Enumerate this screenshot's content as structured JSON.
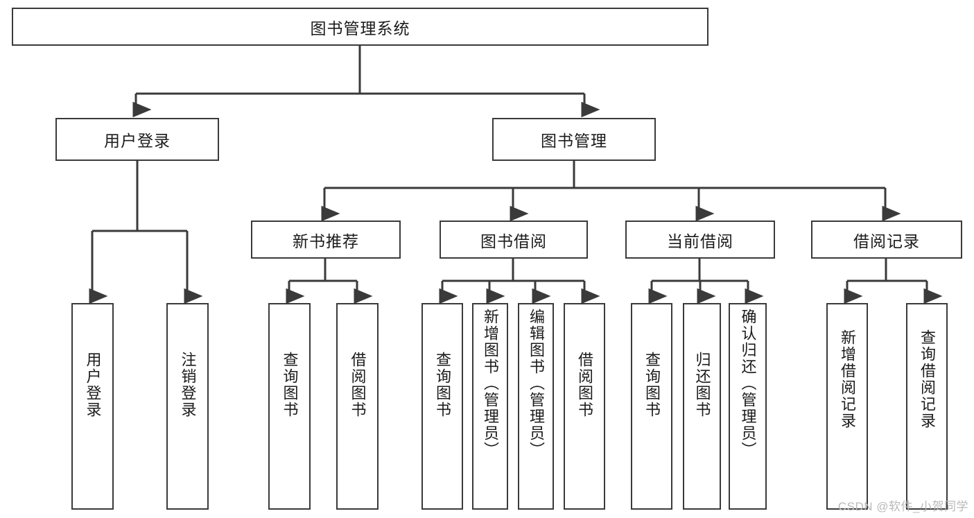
{
  "diagram": {
    "type": "tree-hierarchy",
    "title": "图书管理系统",
    "orientation": "top-down",
    "colors": {
      "box_border": "#3a3a3a",
      "box_fill": "#ffffff",
      "connector": "#3a3a3a",
      "text": "#1b1b1b",
      "watermark": "#b9b9b9",
      "background": "#ffffff"
    },
    "levels": [
      {
        "level": 1,
        "nodes": [
          {
            "id": "root",
            "label": "图书管理系统",
            "orientation": "horizontal"
          }
        ]
      },
      {
        "level": 2,
        "nodes": [
          {
            "id": "login",
            "label": "用户登录",
            "orientation": "horizontal",
            "parent": "root"
          },
          {
            "id": "bookmgmt",
            "label": "图书管理",
            "orientation": "horizontal",
            "parent": "root"
          }
        ]
      },
      {
        "level": 3,
        "nodes": [
          {
            "id": "newbooks",
            "label": "新书推荐",
            "orientation": "horizontal",
            "parent": "bookmgmt"
          },
          {
            "id": "borrow",
            "label": "图书借阅",
            "orientation": "horizontal",
            "parent": "bookmgmt"
          },
          {
            "id": "current",
            "label": "当前借阅",
            "orientation": "horizontal",
            "parent": "bookmgmt"
          },
          {
            "id": "records",
            "label": "借阅记录",
            "orientation": "horizontal",
            "parent": "bookmgmt"
          }
        ]
      },
      {
        "level": 4,
        "nodes": [
          {
            "id": "leaf-user-login",
            "label": "用户登录",
            "orientation": "vertical",
            "parent": "login"
          },
          {
            "id": "leaf-user-logout",
            "label": "注销登录",
            "orientation": "vertical",
            "parent": "login"
          },
          {
            "id": "leaf-query-book-1",
            "label": "查询图书",
            "orientation": "vertical",
            "parent": "newbooks"
          },
          {
            "id": "leaf-borrow-book-1",
            "label": "借阅图书",
            "orientation": "vertical",
            "parent": "newbooks"
          },
          {
            "id": "leaf-query-book-2",
            "label": "查询图书",
            "orientation": "vertical",
            "parent": "borrow"
          },
          {
            "id": "leaf-add-book",
            "label": "新增图书（管理员）",
            "orientation": "vertical",
            "parent": "borrow"
          },
          {
            "id": "leaf-edit-book",
            "label": "编辑图书（管理员）",
            "orientation": "vertical",
            "parent": "borrow"
          },
          {
            "id": "leaf-borrow-book-2",
            "label": "借阅图书",
            "orientation": "vertical",
            "parent": "borrow"
          },
          {
            "id": "leaf-query-book-3",
            "label": "查询图书",
            "orientation": "vertical",
            "parent": "current"
          },
          {
            "id": "leaf-return-book",
            "label": "归还图书",
            "orientation": "vertical",
            "parent": "current"
          },
          {
            "id": "leaf-confirm-return",
            "label": "确认归还（管理员）",
            "orientation": "vertical",
            "parent": "current"
          },
          {
            "id": "leaf-add-record",
            "label": "新增借阅记录",
            "orientation": "vertical",
            "parent": "records"
          },
          {
            "id": "leaf-query-record",
            "label": "查询借阅记录",
            "orientation": "vertical",
            "parent": "records"
          }
        ]
      }
    ]
  },
  "watermark": {
    "text": "CSDN @软件_小贺同学"
  }
}
